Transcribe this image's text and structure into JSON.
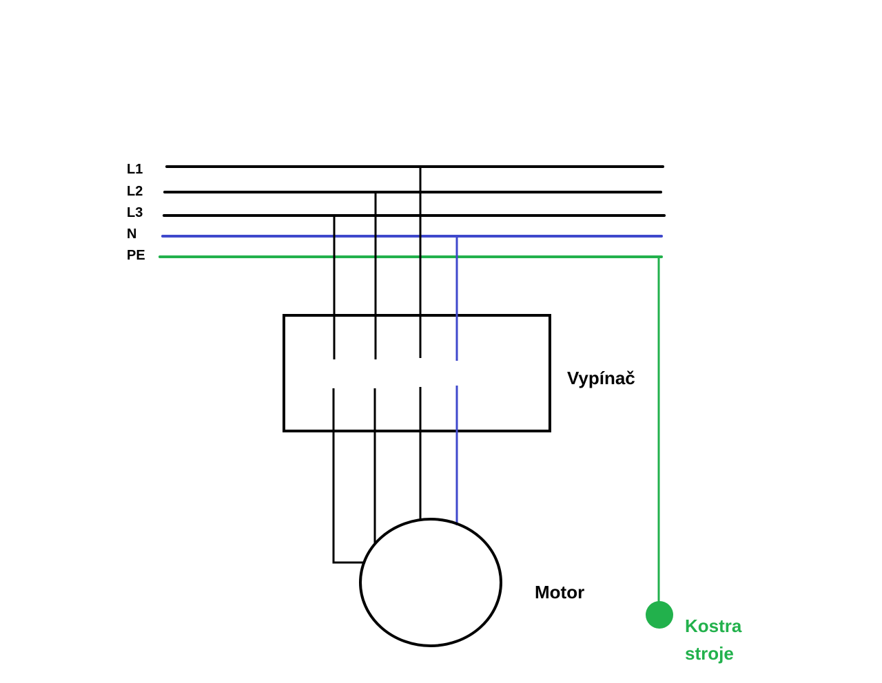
{
  "colors": {
    "phase": "#000000",
    "neutral": "#3f48cc",
    "earth": "#22b14c"
  },
  "bus_labels": {
    "l1": "L1",
    "l2": "L2",
    "l3": "L3",
    "n": "N",
    "pe": "PE"
  },
  "switch_label": "Vypínač",
  "motor_label": "Motor",
  "ground_label": {
    "line1": "Kostra",
    "line2": "stroje"
  }
}
